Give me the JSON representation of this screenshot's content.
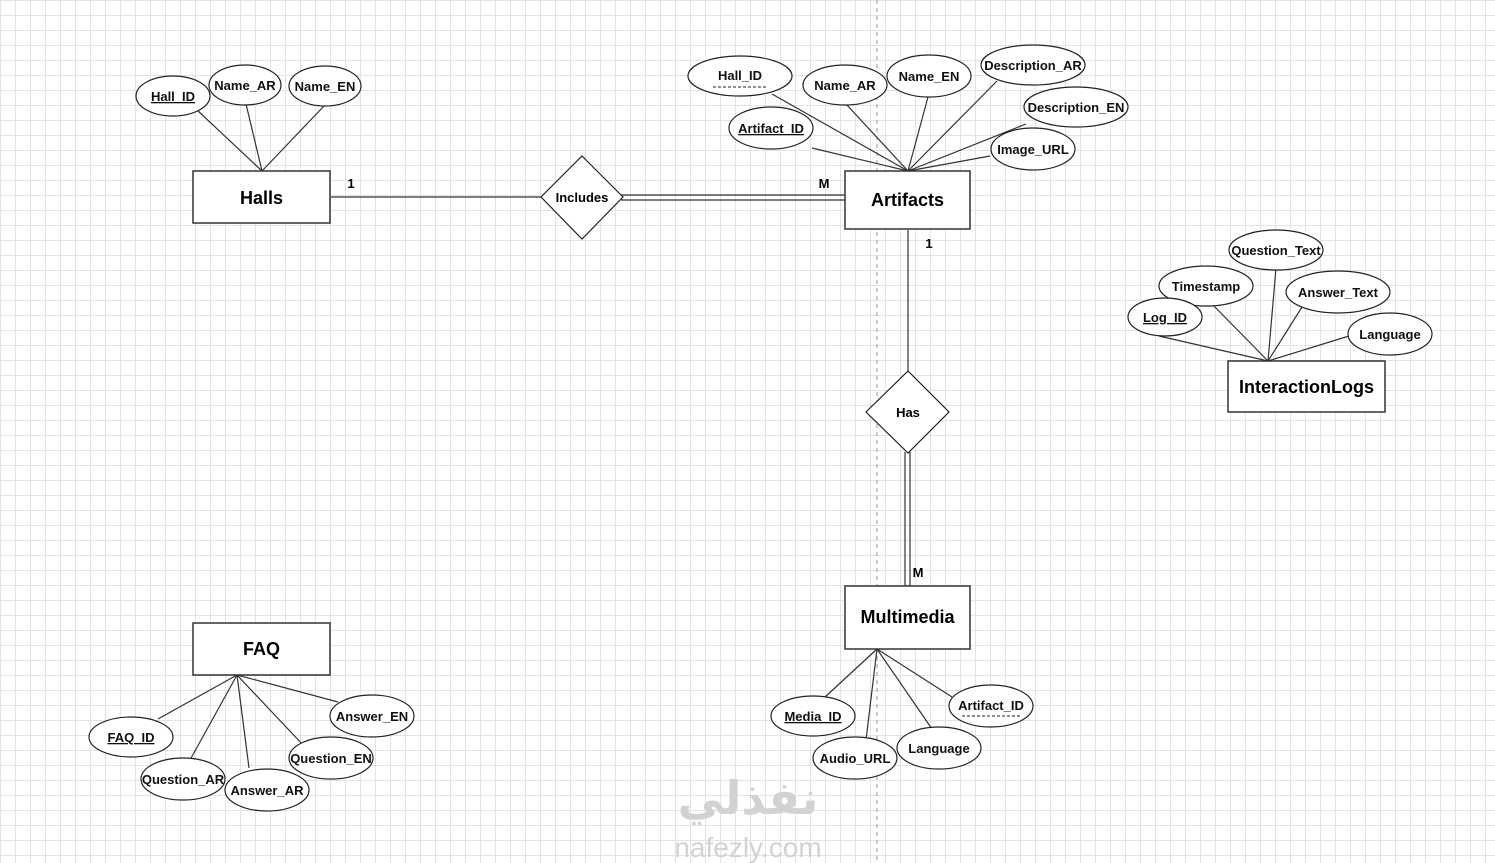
{
  "entities": {
    "halls": "Halls",
    "artifacts": "Artifacts",
    "interaction_logs": "InteractionLogs",
    "multimedia": "Multimedia",
    "faq": "FAQ"
  },
  "relationships": {
    "includes": "Includes",
    "has": "Has"
  },
  "cardinality": {
    "halls_includes": "1",
    "includes_artifacts": "M",
    "artifacts_has": "1",
    "has_multimedia": "M"
  },
  "attributes": {
    "halls": [
      "Hall_ID",
      "Name_AR",
      "Name_EN"
    ],
    "artifacts": [
      "Hall_ID",
      "Name_AR",
      "Name_EN",
      "Description_AR",
      "Description_EN",
      "Artifact_ID",
      "Image_URL"
    ],
    "interaction_logs": [
      "Question_Text",
      "Timestamp",
      "Answer_Text",
      "Log_ID",
      "Language"
    ],
    "multimedia": [
      "Media_ID",
      "Audio_URL",
      "Language",
      "Artifact_ID"
    ],
    "faq": [
      "Answer_EN",
      "FAQ_ID",
      "Question_EN",
      "Question_AR",
      "Answer_AR"
    ]
  },
  "watermark": {
    "arabic": "نفذلي",
    "latin": "nafezly.com"
  }
}
